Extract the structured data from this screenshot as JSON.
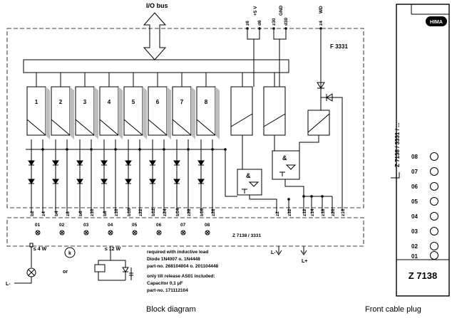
{
  "labels": {
    "io_bus": "I/O bus",
    "module": "F 3331",
    "supply_pins": [
      "z6",
      "+5 V",
      "d6",
      "z30",
      "GND",
      "d30",
      "z4",
      "WD"
    ],
    "channels": [
      "1",
      "2",
      "3",
      "4",
      "5",
      "6",
      "7",
      "8"
    ],
    "gate": "&",
    "pins_bottom": [
      "b2",
      "z4",
      "b4",
      "z8",
      "b6",
      "z10",
      "b8",
      "z10",
      "b10",
      "z22",
      "b12",
      "z24",
      "b14",
      "z26",
      "b16",
      "z28",
      "z2",
      "z32",
      "z12",
      "z14",
      "z18",
      "z20",
      "z16"
    ],
    "outputs": [
      "01",
      "02",
      "03",
      "04",
      "05",
      "06",
      "07",
      "08"
    ],
    "cable": "Z 7138 / 3331",
    "l_minus": "L-",
    "l_plus": "L+",
    "lamp_rating": "≤ 4 W",
    "relay_rating": "≤ 12 W",
    "k": "k",
    "or": "or",
    "note_lines": [
      "required with inductive load",
      "Diode 1N4007 o. 1N4448",
      "part-no. 268104004 o. 201104448",
      "only till release AS01 included:",
      "Capacitor 0,1 μF",
      "part-no. 171112104"
    ],
    "caption_left": "Block diagram",
    "plug_brand": "HIMA",
    "plug_vertical": "Z 7138 / 3331 / ...",
    "plug_slots": [
      "08",
      "07",
      "06",
      "05",
      "04",
      "03",
      "02",
      "01"
    ],
    "plug_name": "Z 7138",
    "caption_right": "Front cable plug"
  }
}
